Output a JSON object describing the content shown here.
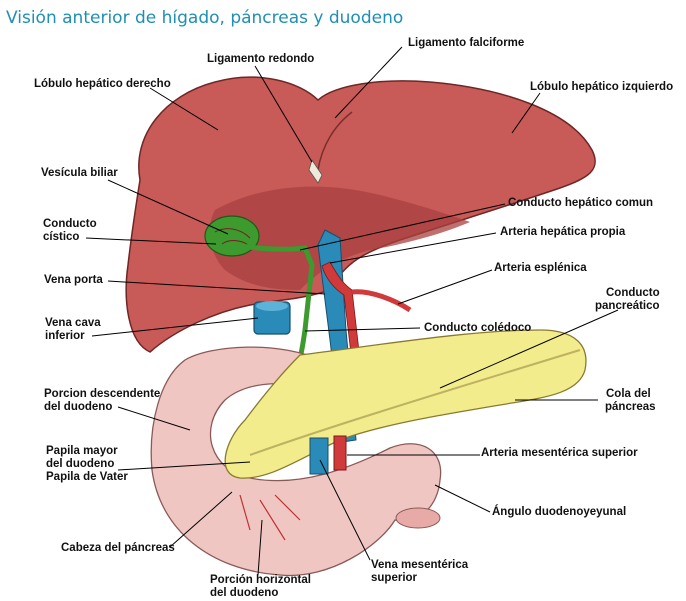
{
  "title": "Visión anterior de hígado, páncreas y duodeno",
  "colors": {
    "title": "#1f8fb4",
    "liver": "#c85a58",
    "pancreas": "#f2ec8c",
    "duodenum": "#f0c6c3",
    "gallbladder": "#3c9a2e",
    "vein": "#2a8ab8",
    "artery": "#d03a3a"
  },
  "labels": {
    "ligamento_redondo": "Ligamento redondo",
    "ligamento_falciforme": "Ligamento falciforme",
    "lobulo_derecho": "Lóbulo hepático derecho",
    "lobulo_izquierdo": "Lóbulo hepático izquierdo",
    "vesicula_biliar": "Vesícula biliar",
    "conducto_hepatico": "Conducto hepático comun",
    "conducto_cistico_1": "Conducto",
    "conducto_cistico_2": "cístico",
    "arteria_hepatica": "Arteria hepática propia",
    "vena_porta": "Vena porta",
    "arteria_esplenica": "Arteria esplénica",
    "conducto_pancreatico_1": "Conducto",
    "conducto_pancreatico_2": "pancreático",
    "vena_cava_1": "Vena cava",
    "vena_cava_2": "inferior",
    "conducto_coledoco": "Conducto colédoco",
    "porcion_descendente_1": "Porcion descendente",
    "porcion_descendente_2": "del duodeno",
    "cola_pancreas_1": "Cola del",
    "cola_pancreas_2": "páncreas",
    "papila_1": "Papila mayor",
    "papila_2": "del duodeno",
    "papila_3": "Papila de Vater",
    "arteria_mesenterica": "Arteria mesentérica superior",
    "angulo": "Ángulo duodenoyeyunal",
    "cabeza_pancreas": "Cabeza del páncreas",
    "porcion_horizontal_1": "Porción horizontal",
    "porcion_horizontal_2": "del duodeno",
    "vena_mesenterica_1": "Vena mesentérica",
    "vena_mesenterica_2": "superior"
  }
}
